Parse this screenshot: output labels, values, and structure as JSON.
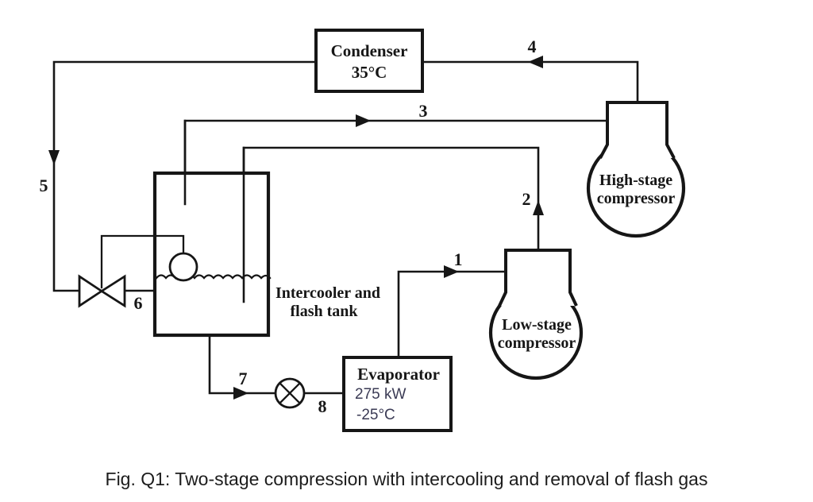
{
  "caption": "Fig. Q1: Two-stage compression with intercooling and removal of flash gas",
  "components": {
    "condenser": {
      "name": "Condenser",
      "temperature": "35°C"
    },
    "high_stage_compressor": {
      "line1": "High-stage",
      "line2": "compressor"
    },
    "low_stage_compressor": {
      "line1": "Low-stage",
      "line2": "compressor"
    },
    "intercooler_flash_tank": {
      "line1": "Intercooler and",
      "line2": "flash tank"
    },
    "evaporator": {
      "name": "Evaporator",
      "capacity": "275 kW",
      "temperature": "-25°C"
    }
  },
  "state_points": {
    "1": "1",
    "2": "2",
    "3": "3",
    "4": "4",
    "5": "5",
    "6": "6",
    "7": "7",
    "8": "8"
  },
  "colors": {
    "ink": "#161616",
    "digital_ink": "#3b3b55",
    "background": "#ffffff"
  }
}
